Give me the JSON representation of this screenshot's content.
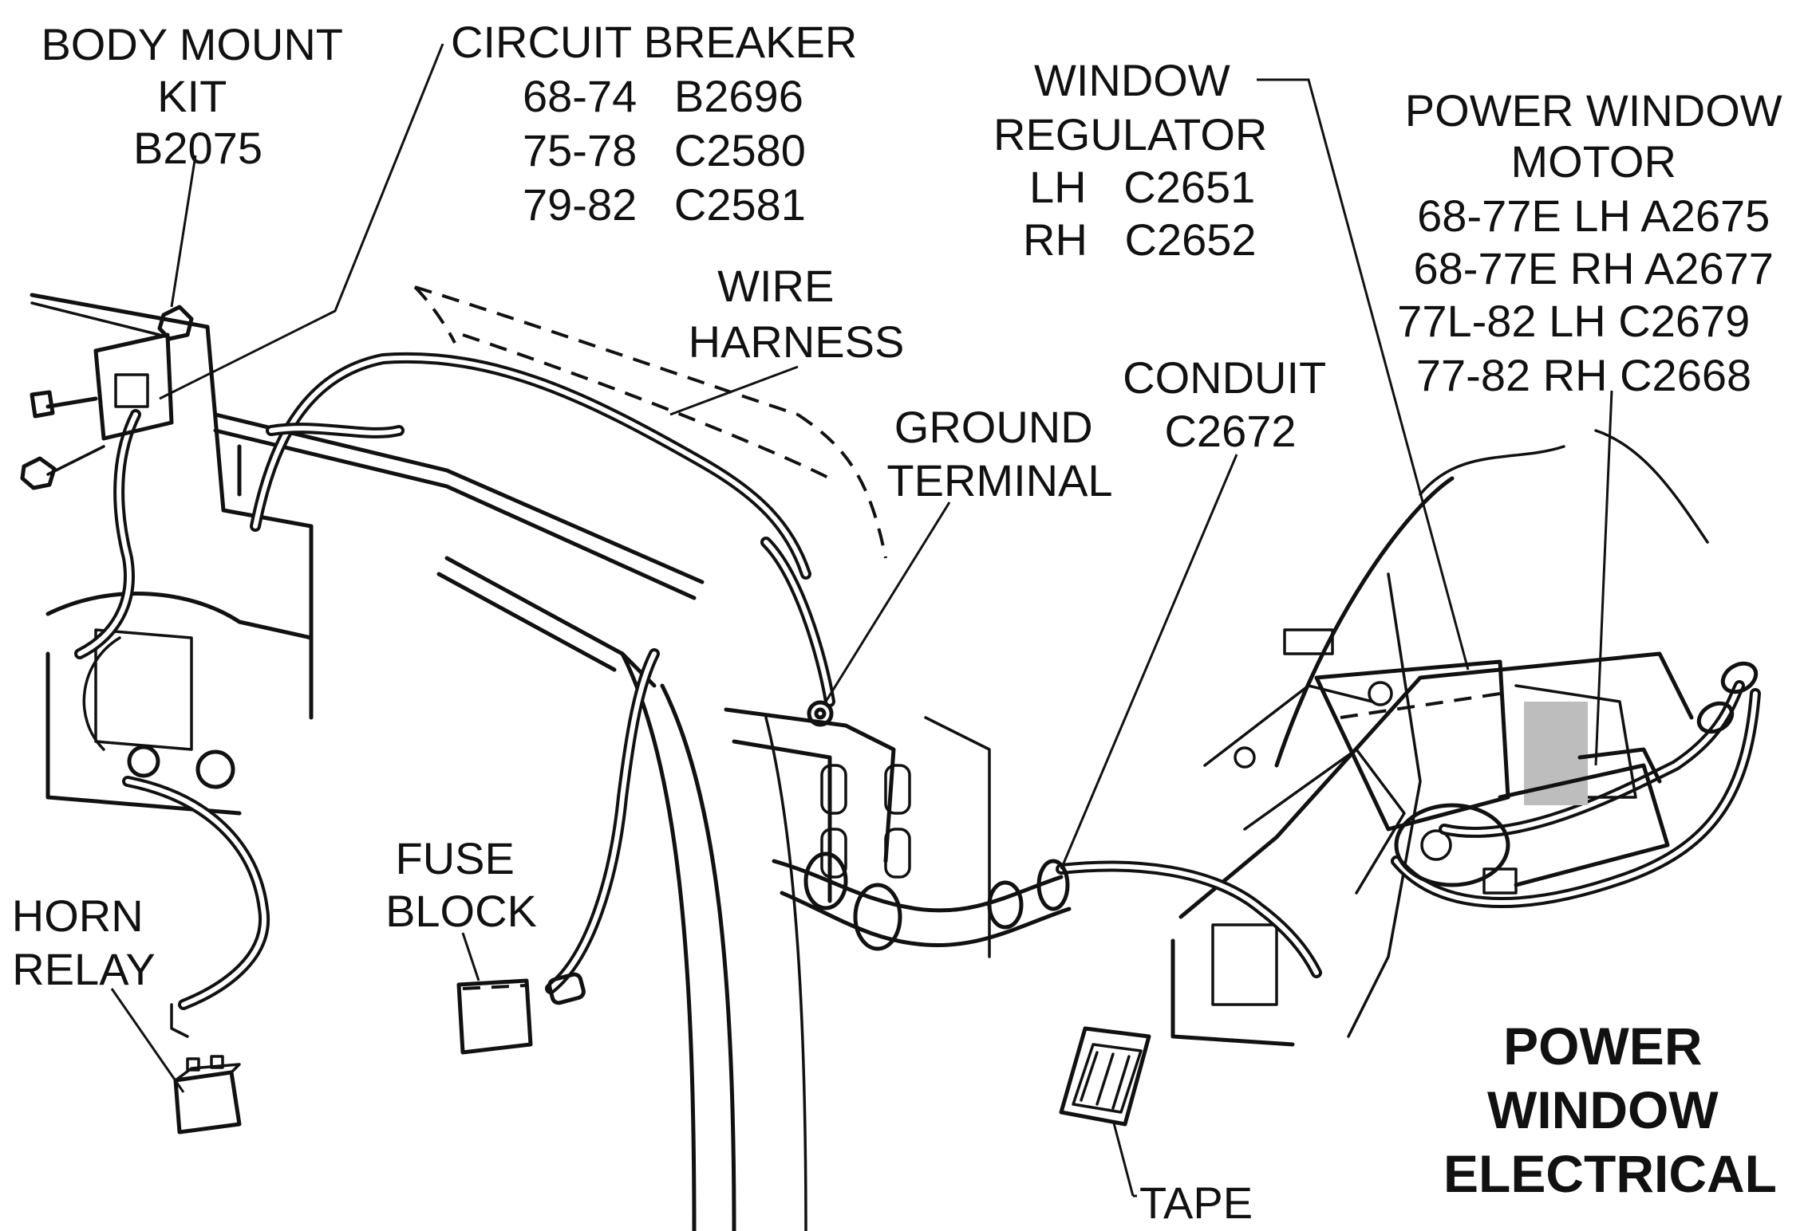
{
  "title": [
    "POWER",
    "WINDOW",
    "ELECTRICAL"
  ],
  "callouts": {
    "body_mount_kit": [
      "BODY MOUNT",
      "KIT",
      "B2075"
    ],
    "circuit_breaker": [
      "CIRCUIT BREAKER",
      "68-74   B2696",
      "75-78   C2580",
      "79-82   C2581"
    ],
    "wire_harness": [
      "WIRE",
      "HARNESS"
    ],
    "window_regulator": [
      "WINDOW",
      "REGULATOR",
      "LH   C2651",
      "RH   C2652"
    ],
    "power_window_motor": [
      "POWER WINDOW",
      "MOTOR",
      "68-77E LH A2675",
      "68-77E RH A2677",
      "77L-82 LH C2679",
      "77-82 RH C2668"
    ],
    "conduit": [
      "CONDUIT",
      "C2672"
    ],
    "ground_terminal": [
      "GROUND",
      "TERMINAL"
    ],
    "fuse_block": [
      "FUSE",
      "BLOCK"
    ],
    "horn_relay": [
      "HORN",
      "RELAY"
    ],
    "tape": [
      "TAPE"
    ]
  }
}
